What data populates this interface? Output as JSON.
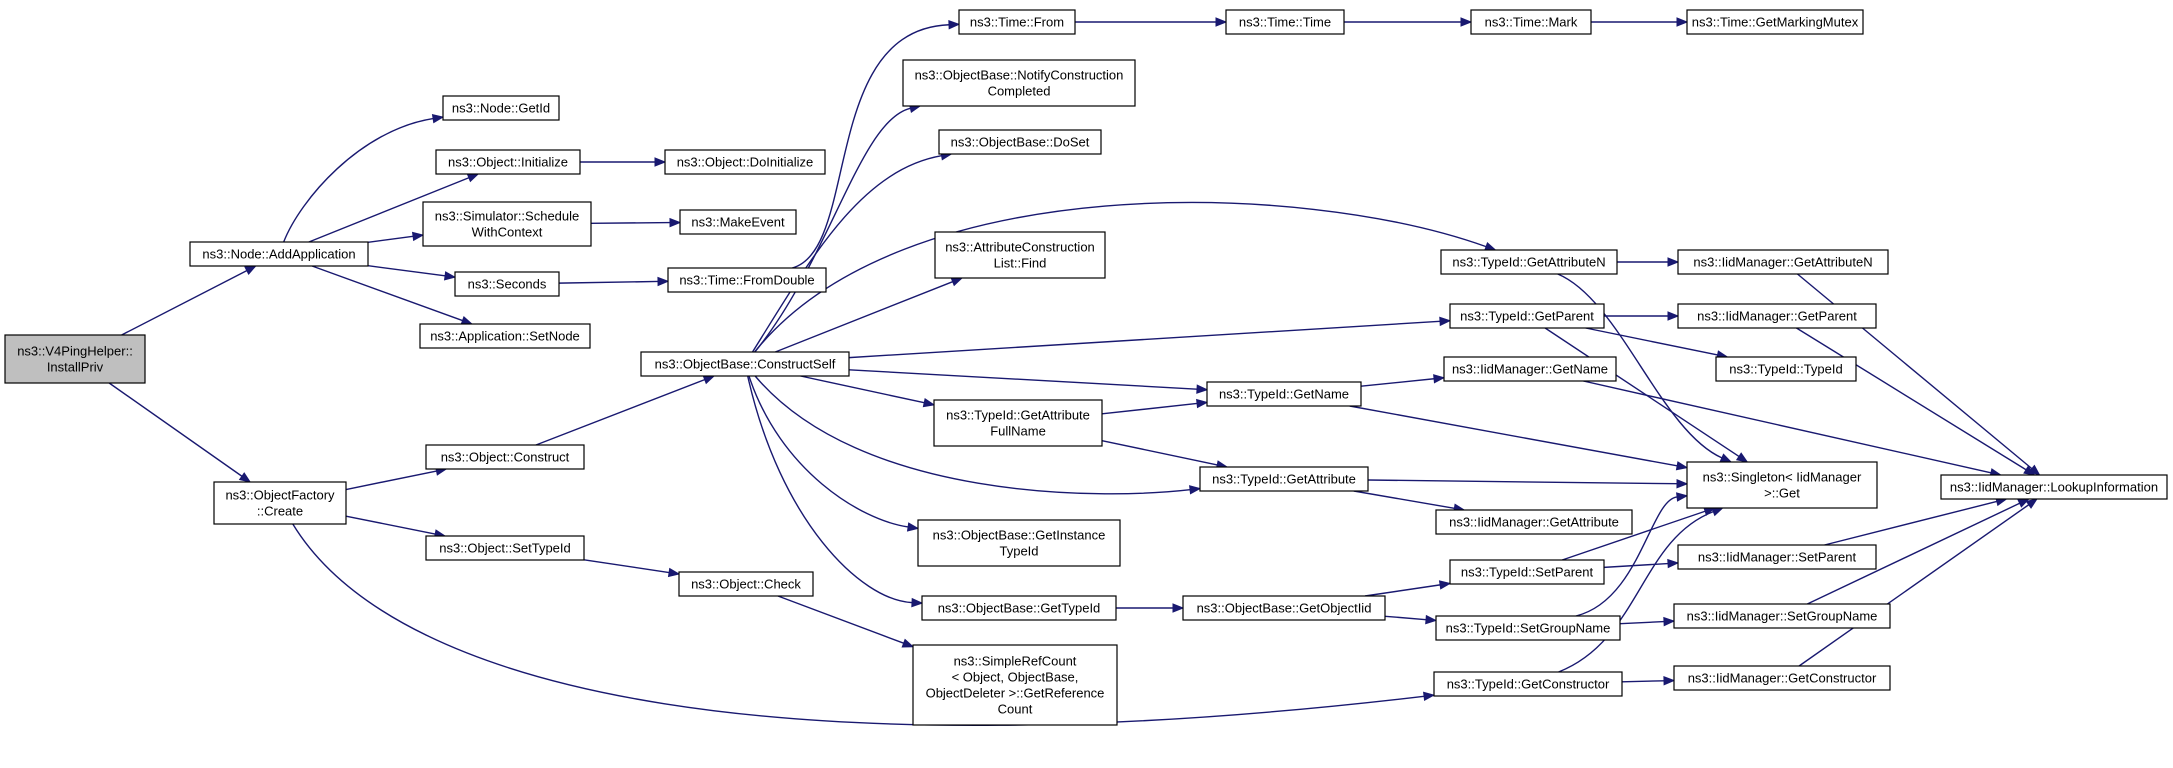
{
  "graph": {
    "colors": {
      "edge": "#191970",
      "node_border": "#000000",
      "root_fill": "#bfbfbf",
      "node_fill": "#ffffff"
    },
    "nodes": [
      {
        "id": "install_priv",
        "lines": [
          "ns3::V4PingHelper::",
          "InstallPriv"
        ],
        "root": true
      },
      {
        "id": "add_application",
        "lines": [
          "ns3::Node::AddApplication"
        ]
      },
      {
        "id": "factory_create",
        "lines": [
          "ns3::ObjectFactory",
          "::Create"
        ]
      },
      {
        "id": "node_getid",
        "lines": [
          "ns3::Node::GetId"
        ]
      },
      {
        "id": "obj_initialize",
        "lines": [
          "ns3::Object::Initialize"
        ]
      },
      {
        "id": "obj_doinitialize",
        "lines": [
          "ns3::Object::DoInitialize"
        ]
      },
      {
        "id": "sim_schedule",
        "lines": [
          "ns3::Simulator::Schedule",
          "WithContext"
        ]
      },
      {
        "id": "make_event",
        "lines": [
          "ns3::MakeEvent"
        ]
      },
      {
        "id": "seconds",
        "lines": [
          "ns3::Seconds"
        ]
      },
      {
        "id": "time_fromdouble",
        "lines": [
          "ns3::Time::FromDouble"
        ]
      },
      {
        "id": "app_setnode",
        "lines": [
          "ns3::Application::SetNode"
        ]
      },
      {
        "id": "obj_construct",
        "lines": [
          "ns3::Object::Construct"
        ]
      },
      {
        "id": "obj_settypeid",
        "lines": [
          "ns3::Object::SetTypeId"
        ]
      },
      {
        "id": "obj_check",
        "lines": [
          "ns3::Object::Check"
        ]
      },
      {
        "id": "simplerefcount",
        "lines": [
          "ns3::SimpleRefCount",
          "< Object, ObjectBase,",
          "ObjectDeleter >::GetReference",
          "Count"
        ]
      },
      {
        "id": "construct_self",
        "lines": [
          "ns3::ObjectBase::ConstructSelf"
        ]
      },
      {
        "id": "time_from",
        "lines": [
          "ns3::Time::From"
        ]
      },
      {
        "id": "time_time",
        "lines": [
          "ns3::Time::Time"
        ]
      },
      {
        "id": "time_mark",
        "lines": [
          "ns3::Time::Mark"
        ]
      },
      {
        "id": "time_mutex",
        "lines": [
          "ns3::Time::GetMarkingMutex"
        ]
      },
      {
        "id": "notify_construction",
        "lines": [
          "ns3::ObjectBase::NotifyConstruction",
          "Completed"
        ]
      },
      {
        "id": "doset",
        "lines": [
          "ns3::ObjectBase::DoSet"
        ]
      },
      {
        "id": "attr_find",
        "lines": [
          "ns3::AttributeConstruction",
          "List::Find"
        ]
      },
      {
        "id": "typeid_getattrfullname",
        "lines": [
          "ns3::TypeId::GetAttribute",
          "FullName"
        ]
      },
      {
        "id": "get_instance_typeid",
        "lines": [
          "ns3::ObjectBase::GetInstance",
          "TypeId"
        ]
      },
      {
        "id": "objbase_gettypeid",
        "lines": [
          "ns3::ObjectBase::GetTypeId"
        ]
      },
      {
        "id": "typeid_getattributen",
        "lines": [
          "ns3::TypeId::GetAttributeN"
        ]
      },
      {
        "id": "typeid_getparent",
        "lines": [
          "ns3::TypeId::GetParent"
        ]
      },
      {
        "id": "typeid_getname",
        "lines": [
          "ns3::TypeId::GetName"
        ]
      },
      {
        "id": "typeid_getattribute",
        "lines": [
          "ns3::TypeId::GetAttribute"
        ]
      },
      {
        "id": "get_objectiid",
        "lines": [
          "ns3::ObjectBase::GetObjectIid"
        ]
      },
      {
        "id": "typeid_setparent",
        "lines": [
          "ns3::TypeId::SetParent"
        ]
      },
      {
        "id": "typeid_setgroupname",
        "lines": [
          "ns3::TypeId::SetGroupName"
        ]
      },
      {
        "id": "typeid_getconstructor",
        "lines": [
          "ns3::TypeId::GetConstructor"
        ]
      },
      {
        "id": "iid_getattributen",
        "lines": [
          "ns3::IidManager::GetAttributeN"
        ]
      },
      {
        "id": "iid_getparent",
        "lines": [
          "ns3::IidManager::GetParent"
        ]
      },
      {
        "id": "typeid_typeid",
        "lines": [
          "ns3::TypeId::TypeId"
        ]
      },
      {
        "id": "iid_getname",
        "lines": [
          "ns3::IidManager::GetName"
        ]
      },
      {
        "id": "singleton_get",
        "lines": [
          "ns3::Singleton< IidManager",
          " >::Get"
        ]
      },
      {
        "id": "iid_getattribute",
        "lines": [
          "ns3::IidManager::GetAttribute"
        ]
      },
      {
        "id": "iid_setparent",
        "lines": [
          "ns3::IidManager::SetParent"
        ]
      },
      {
        "id": "iid_setgroupname",
        "lines": [
          "ns3::IidManager::SetGroupName"
        ]
      },
      {
        "id": "iid_getconstructor",
        "lines": [
          "ns3::IidManager::GetConstructor"
        ]
      },
      {
        "id": "iid_lookup",
        "lines": [
          "ns3::IidManager::LookupInformation"
        ]
      }
    ]
  }
}
